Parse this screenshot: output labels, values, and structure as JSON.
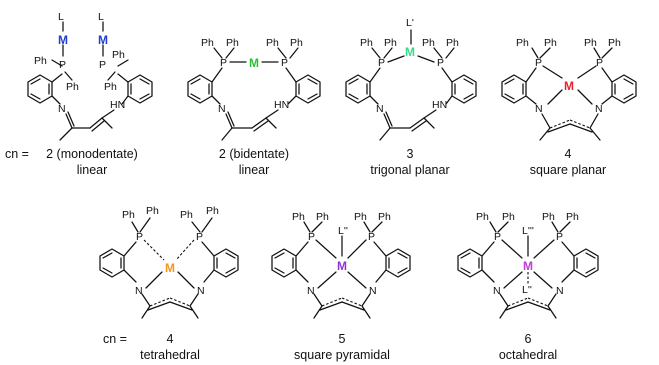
{
  "colors": {
    "blue_metal": "#1f3fd1",
    "green_metal": "#2bbf3a",
    "light_green_metal": "#39d98a",
    "red_metal": "#e3262b",
    "orange_metal": "#f0961e",
    "purple_metal": "#8e35d6",
    "magenta_metal": "#c03ad8",
    "ink": "#111111"
  },
  "atoms": {
    "metal": "M",
    "ligand": "L",
    "ligand_p": "L'",
    "ligand_pp": "L''",
    "ligand_ppp": "L'''",
    "ph": "Ph",
    "p": "P",
    "n": "N",
    "hn": "HN"
  },
  "row1": {
    "cn_prefix": "cn =",
    "captions": [
      {
        "number": "2 (monodentate)",
        "geometry": "linear"
      },
      {
        "number": "2 (bidentate)",
        "geometry": "linear"
      },
      {
        "number": "3",
        "geometry": "trigonal planar"
      },
      {
        "number": "4",
        "geometry": "square planar"
      }
    ]
  },
  "row2": {
    "cn_prefix": "cn =",
    "captions": [
      {
        "number": "4",
        "geometry": "tetrahedral"
      },
      {
        "number": "5",
        "geometry": "square pyramidal"
      },
      {
        "number": "6",
        "geometry": "octahedral"
      }
    ]
  }
}
